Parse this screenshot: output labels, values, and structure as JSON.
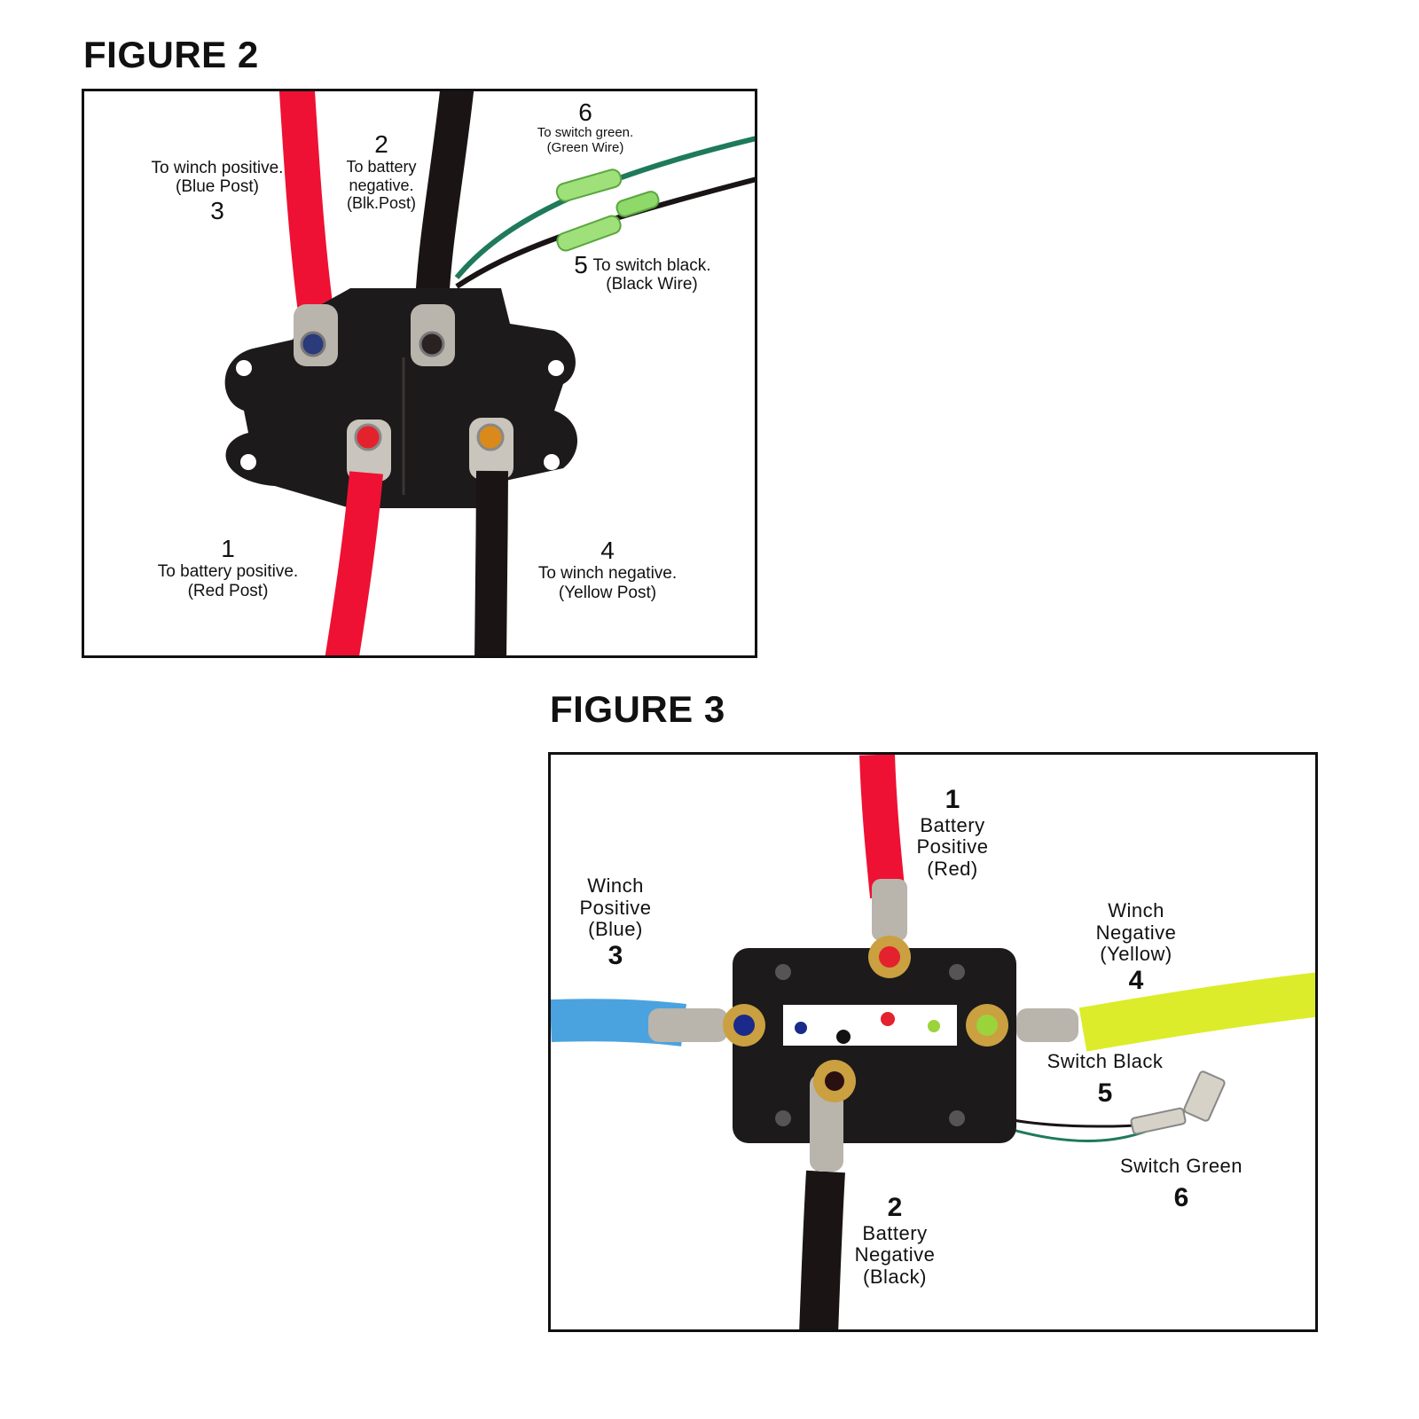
{
  "figure2": {
    "title": "FIGURE 2",
    "labels": {
      "l3": {
        "text": "To winch positive.\n(Blue Post)",
        "num": "3"
      },
      "l2": {
        "num": "2",
        "text": "To battery\nnegative.\n(Blk.Post)"
      },
      "l6": {
        "num": "6",
        "text": "To switch green.\n(Green Wire)"
      },
      "l5": {
        "num": "5",
        "text": "To switch black.\n(Black Wire)"
      },
      "l1": {
        "num": "1",
        "text": "To battery positive.\n(Red Post)"
      },
      "l4": {
        "num": "4",
        "text": "To winch negative.\n(Yellow Post)"
      }
    }
  },
  "figure3": {
    "title": "FIGURE 3",
    "labels": {
      "l1": {
        "num": "1",
        "text": "Battery\nPositive\n(Red)"
      },
      "l3": {
        "text": "Winch\nPositive\n(Blue)",
        "num": "3"
      },
      "l4": {
        "text": "Winch\nNegative\n(Yellow)",
        "num": "4"
      },
      "l5": {
        "text": "Switch Black",
        "num": "5"
      },
      "l6": {
        "text": "Switch Green",
        "num": "6"
      },
      "l2": {
        "num": "2",
        "text": "Battery\nNegative\n(Black)"
      }
    }
  },
  "colors": {
    "red_wire": "#ee1133",
    "black_wire": "#1a1414",
    "green_wire": "#1f7a5a",
    "blue_wire": "#4aa3de",
    "yellow_wire": "#dcec2a",
    "solenoid_body": "#1c1a1a",
    "post_metal": "#b9b4ac"
  }
}
